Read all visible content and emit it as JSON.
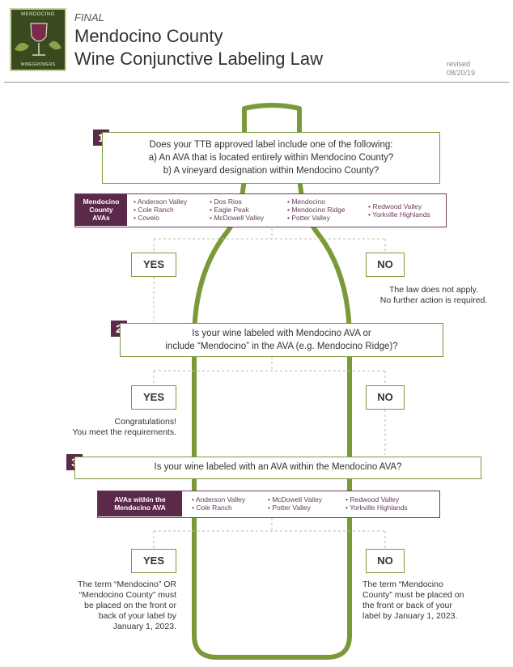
{
  "header": {
    "logo_top": "MENDOCINO",
    "logo_bottom": "WINEGROWERS",
    "status": "FINAL",
    "title_line1": "Mendocino County",
    "title_line2": "Wine Conjunctive Labeling Law",
    "revised_label": "revised",
    "revised_date": "08/20/19"
  },
  "q1": {
    "number": "1",
    "line1": "Does your TTB approved label include one of the following:",
    "line2": "a) An AVA that is located entirely within Mendocino County?",
    "line3": "b) A vineyard designation within Mendocino County?",
    "ava_label_lines": [
      "Mendocino",
      "County",
      "AVAs"
    ],
    "avas": [
      "• Anderson Valley",
      "• Cole Ranch",
      "• Covelo",
      "• Dos Rios",
      "• Eagle Peak",
      "• McDowell Valley",
      "• Mendocino",
      "• Mendocino Ridge",
      "• Potter Valley",
      "• Redwood Valley",
      "• Yorkville Highlands"
    ],
    "yes": "YES",
    "no": "NO",
    "no_note_line1": "The law does not apply.",
    "no_note_line2": "No further action is required."
  },
  "q2": {
    "number": "2",
    "line1": "Is your wine labeled with Mendocino AVA or",
    "line2": "include “Mendocino” in the AVA (e.g. Mendocino Ridge)?",
    "yes": "YES",
    "no": "NO",
    "yes_note_line1": "Congratulations!",
    "yes_note_line2": "You meet the requirements."
  },
  "q3": {
    "number": "3",
    "line1": "Is your wine labeled with an AVA within the Mendocino AVA?",
    "ava_label_lines": [
      "AVAs within the",
      "Mendocino AVA"
    ],
    "avas": [
      "• Anderson Valley",
      "• Cole Ranch",
      "• McDowell Valley",
      "• Potter Valley",
      "• Redwood Valley",
      "• Yorkville Highlands"
    ],
    "yes": "YES",
    "no": "NO",
    "yes_note_lines": [
      "The term “Mendocino” OR",
      "“Mendocino County” must",
      "be placed on the front or",
      "back of your label by",
      "January 1, 2023."
    ],
    "no_note_lines": [
      "The term “Mendocino",
      "County” must be placed on",
      "the front or back of your",
      "label by January 1, 2023."
    ]
  },
  "colors": {
    "bottle": "#7a9a3a",
    "accent": "#5b2a4a",
    "text": "#333333"
  }
}
